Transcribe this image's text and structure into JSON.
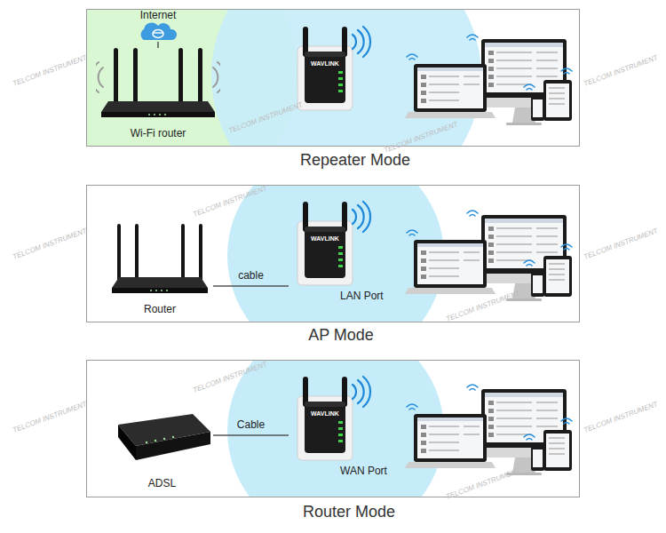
{
  "diagram": {
    "nodes": [
      {
        "text": [
          "Repeater Mode"
        ]
      },
      {
        "text": [
          "Internet"
        ],
        "in": 0
      },
      {
        "text": [
          "Wi-Fi router"
        ],
        "in": 0
      },
      {
        "text": [
          "WAVLINK"
        ],
        "in": 0
      },
      {
        "text": [
          "AP Mode"
        ]
      },
      {
        "text": [
          "Router"
        ],
        "in": 4
      },
      {
        "text": [
          "WAVLINK",
          "LAN Port"
        ],
        "in": 4
      },
      {
        "text": [
          "Router Mode"
        ]
      },
      {
        "text": [
          "ADSL"
        ],
        "in": 7
      },
      {
        "text": [
          "WAVLINK",
          "WAN Port"
        ],
        "in": 7
      }
    ],
    "edges": [
      {
        "from": 1,
        "to": 2,
        "arrow": "none"
      },
      {
        "from": 5,
        "to": 6,
        "label": "cable",
        "arrow": "none"
      },
      {
        "from": 8,
        "to": 9,
        "label": "Cable",
        "arrow": "none"
      }
    ],
    "labels": [
      "TELCOM INSTRUMENT",
      "TELCOM INSTRUMENT",
      "TELCOM INSTRUMENT",
      "TELCOM INSTRUMENT",
      "TELCOM INSTRUMENT",
      "TELCOM INSTRUMENT",
      "TELCOM INSTRUMENT",
      "TELCOM INSTRUMENT",
      "TELCOM INSTRUMENT",
      "TELCOM INSTRUMENT",
      "TELCOM INSTRUMENT",
      "TELCOM INSTRUMENT"
    ]
  }
}
